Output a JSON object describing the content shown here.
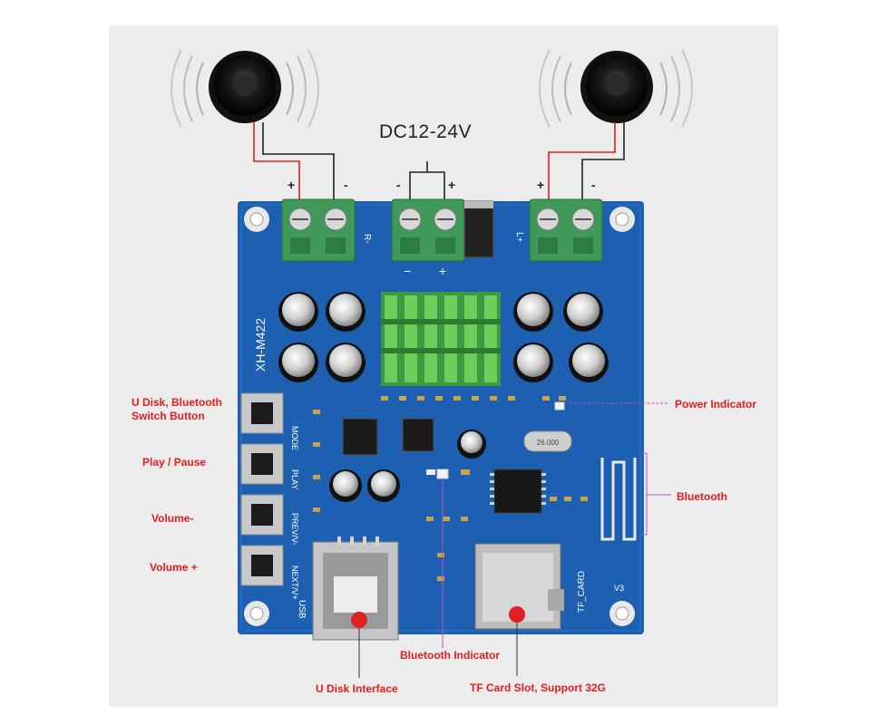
{
  "title": "DC12-24V",
  "board": {
    "model": "XH-M422",
    "version": "V3",
    "silk": {
      "mode": "MODE",
      "play": "PLAY",
      "prev": "PREV/V-",
      "next": "NEXT/V+",
      "usb": "USB",
      "tf_card": "TF_CARD",
      "r_channel": "R-",
      "l_channel": "L+",
      "crystal": "26.000"
    }
  },
  "terminals": {
    "right_speaker": {
      "plus": "+",
      "minus": "-"
    },
    "power": {
      "minus": "-",
      "plus": "+",
      "minus_bottom": "−",
      "plus_bottom": "+"
    },
    "left_speaker": {
      "plus": "+",
      "minus": "-"
    }
  },
  "callouts": {
    "udisk_bt_switch_line1": "U Disk, Bluetooth",
    "udisk_bt_switch_line2": "Switch Button",
    "play_pause": "Play / Pause",
    "volume_minus": "Volume-",
    "volume_plus": "Volume +",
    "power_indicator": "Power Indicator",
    "bluetooth": "Bluetooth",
    "bluetooth_indicator": "Bluetooth Indicator",
    "udisk_interface": "U Disk Interface",
    "tf_card_slot": "TF Card Slot, Support 32G"
  },
  "colors": {
    "pcb": "#1d5fb0",
    "terminal": "#3f9a5a",
    "heatsink": "#48b04a",
    "callout": "#e02020",
    "leader": "#c050c0"
  }
}
